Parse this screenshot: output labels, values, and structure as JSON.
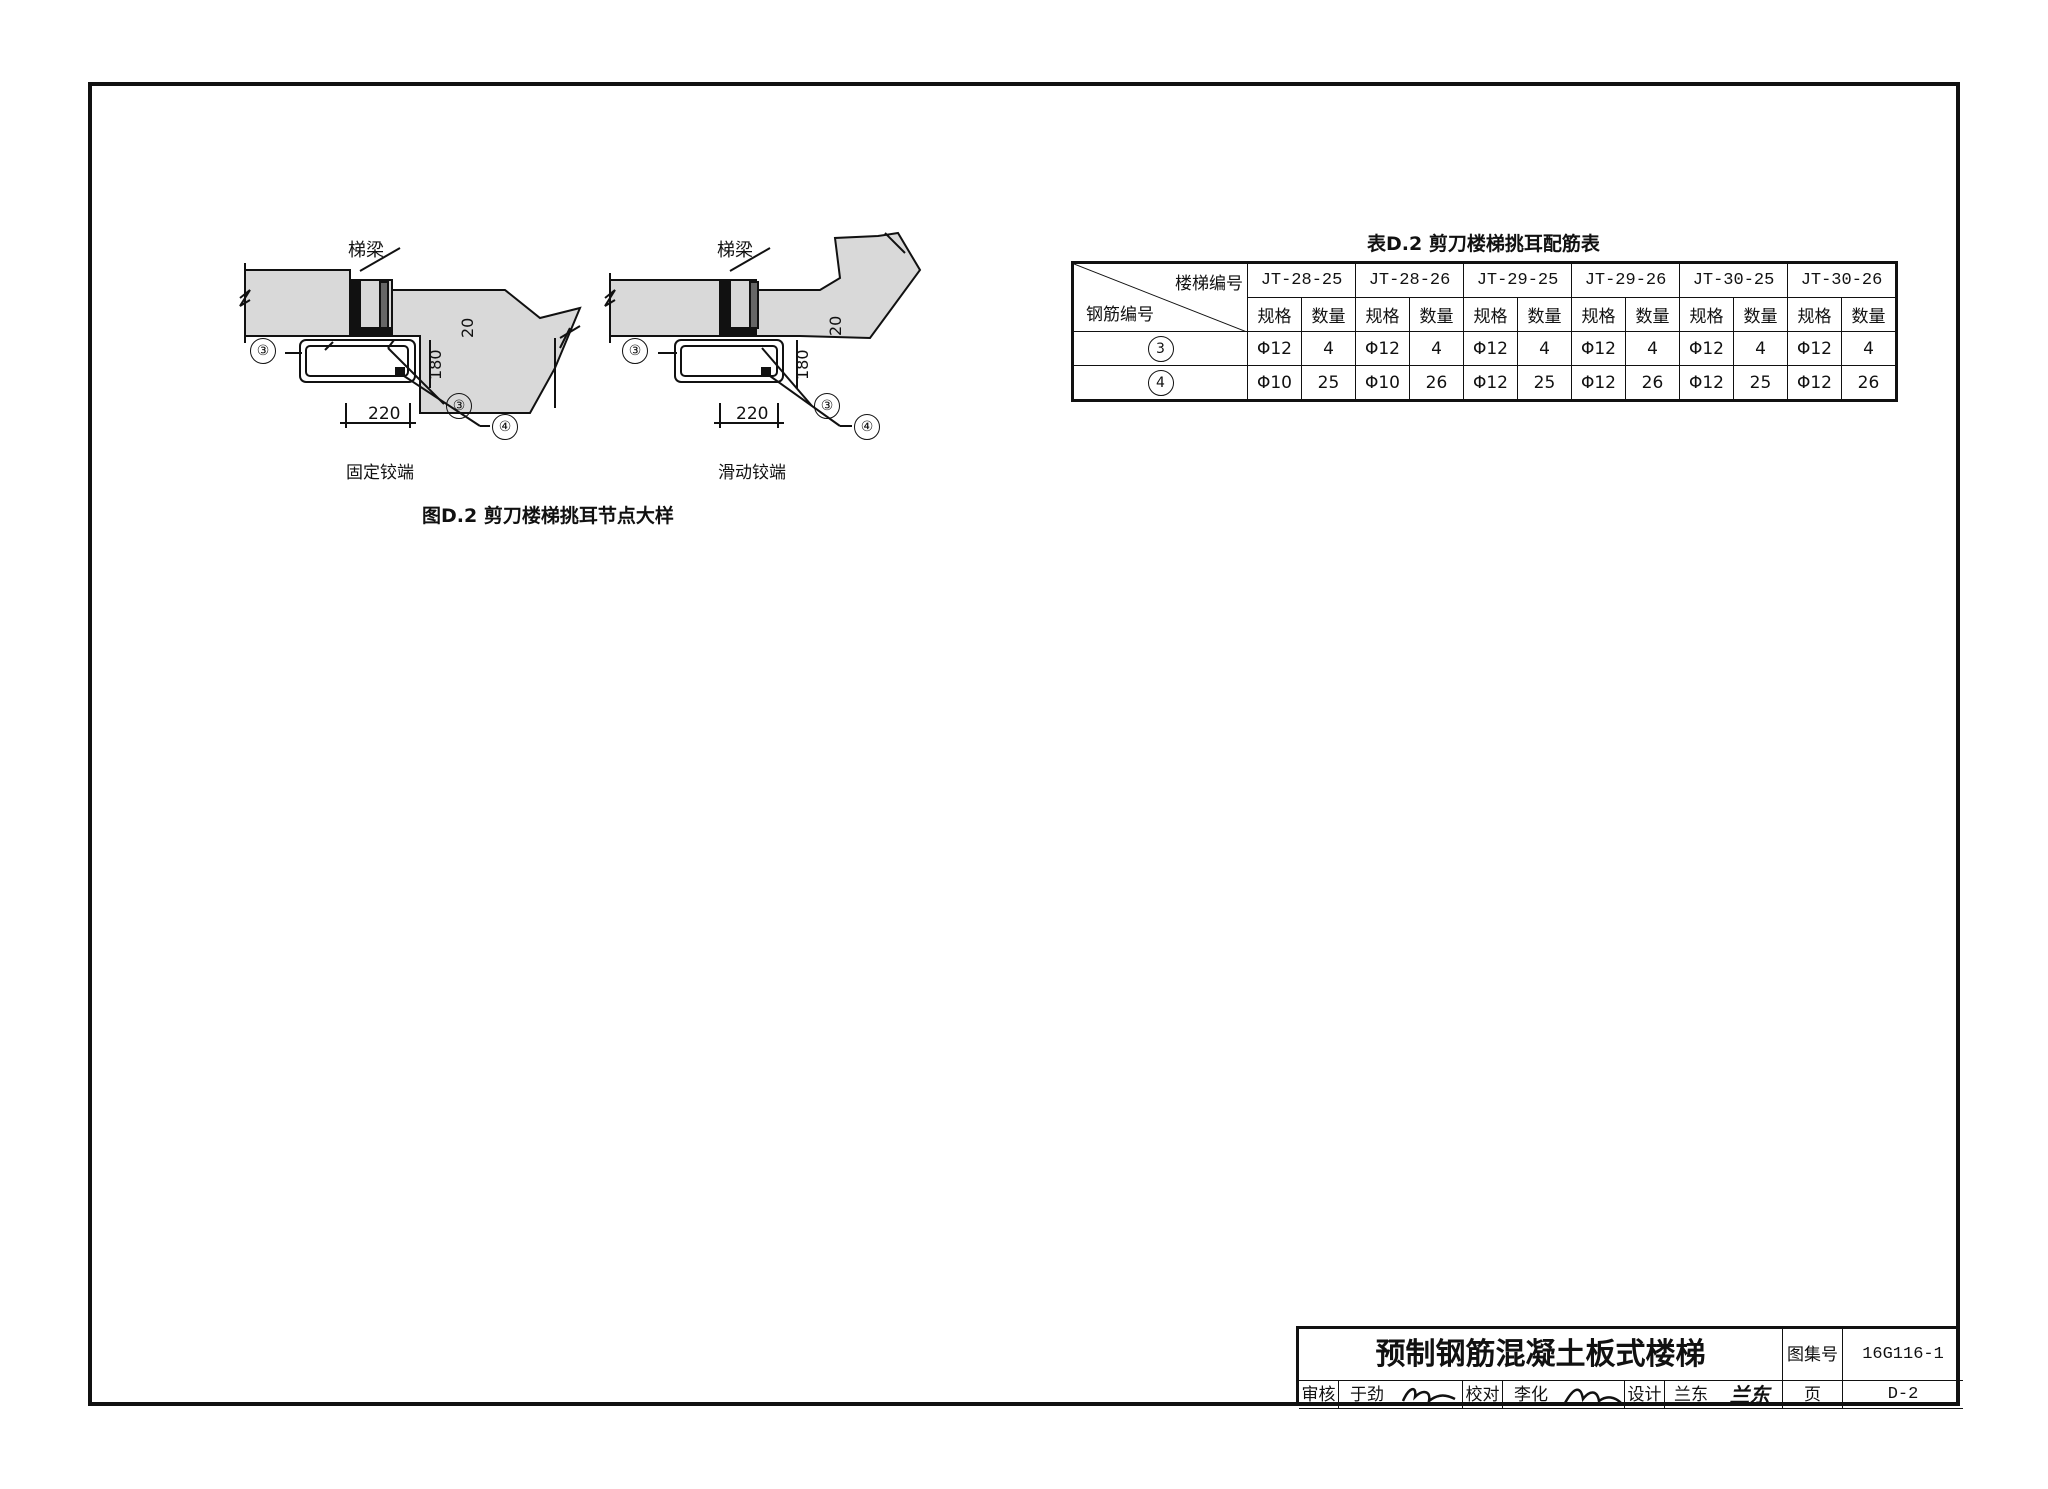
{
  "figure": {
    "beam_label": "梯梁",
    "dims": {
      "width": "220",
      "height": "180",
      "gap": "20"
    },
    "markers": [
      "③",
      "④"
    ],
    "left_caption": "固定铰端",
    "right_caption": "滑动铰端",
    "caption": "图D.2  剪刀楼梯挑耳节点大样"
  },
  "table": {
    "title": "表D.2  剪刀楼梯挑耳配筋表",
    "diag_top": "楼梯编号",
    "diag_bottom": "钢筋编号",
    "columns": [
      "JT-28-25",
      "JT-28-26",
      "JT-29-25",
      "JT-29-26",
      "JT-30-25",
      "JT-30-26"
    ],
    "sub_spec": "规格",
    "sub_qty": "数量",
    "rows": [
      {
        "id": "3",
        "cells": [
          [
            "Φ12",
            "4"
          ],
          [
            "Φ12",
            "4"
          ],
          [
            "Φ12",
            "4"
          ],
          [
            "Φ12",
            "4"
          ],
          [
            "Φ12",
            "4"
          ],
          [
            "Φ12",
            "4"
          ]
        ]
      },
      {
        "id": "4",
        "cells": [
          [
            "Φ10",
            "25"
          ],
          [
            "Φ10",
            "26"
          ],
          [
            "Φ12",
            "25"
          ],
          [
            "Φ12",
            "26"
          ],
          [
            "Φ12",
            "25"
          ],
          [
            "Φ12",
            "26"
          ]
        ]
      }
    ]
  },
  "titleblock": {
    "title": "预制钢筋混凝土板式楼梯",
    "set_label": "图集号",
    "set_value": "16G116-1",
    "review_label": "审核",
    "review_name": "于劲",
    "check_label": "校对",
    "check_name": "李化",
    "design_label": "设计",
    "design_name": "兰东",
    "design_sig": "兰东",
    "page_label": "页",
    "page_value": "D-2"
  }
}
